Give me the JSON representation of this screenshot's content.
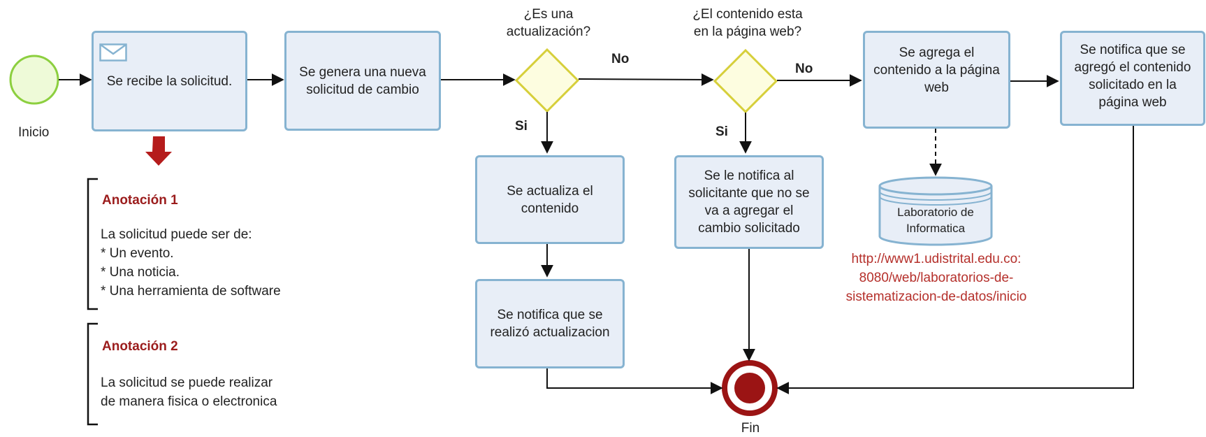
{
  "events": {
    "start_label": "Inicio",
    "end_label": "Fin"
  },
  "tasks": {
    "receive": "Se recibe la solicitud.",
    "generate": "Se genera una nueva\nsolicitud de cambio",
    "update_content": "Se actualiza el\ncontenido",
    "notify_update": "Se notifica que se\nrealizó actualizacion",
    "notify_not_added": "Se le notifica al\nsolicitante que no se\nva a agregar el\ncambio solicitado",
    "add_content": "Se agrega el\ncontenido a la página\nweb",
    "notify_added": "Se notifica que se\nagregó el contenido\nsolicitado en la\npágina web"
  },
  "gateways": {
    "is_update": "¿Es una\nactualización?",
    "is_on_web": "¿El contenido esta\nen la página web?"
  },
  "flow_labels": {
    "no_1": "No",
    "si_1": "Si",
    "no_2": "No",
    "si_2": "Si"
  },
  "annotations": {
    "a1_title": "Anotación 1",
    "a1_body": "La solicitud puede ser de:\n* Un evento.\n* Una noticia.\n* Una herramienta de software",
    "a2_title": "Anotación 2",
    "a2_body": "La solicitud se puede realizar\nde manera fisica o electronica"
  },
  "data_store": {
    "label": "Laboratorio de\nInformatica",
    "url": "http://www1.udistrital.edu.co:\n8080/web/laboratorios-de-\nsistematizacion-de-datos/inicio"
  },
  "colors": {
    "task_fill": "#e8eef7",
    "task_border": "#86b3d1",
    "gateway_fill": "#fdfde0",
    "gateway_border": "#d6cf3a",
    "start_fill": "#eefad8",
    "start_border": "#8ccf3f",
    "end_color": "#9b1414",
    "annotation_title": "#9b1c1c",
    "link": "#b5302b"
  },
  "icons": {
    "message": "envelope-icon",
    "annotation_pointer": "down-arrow-icon"
  }
}
